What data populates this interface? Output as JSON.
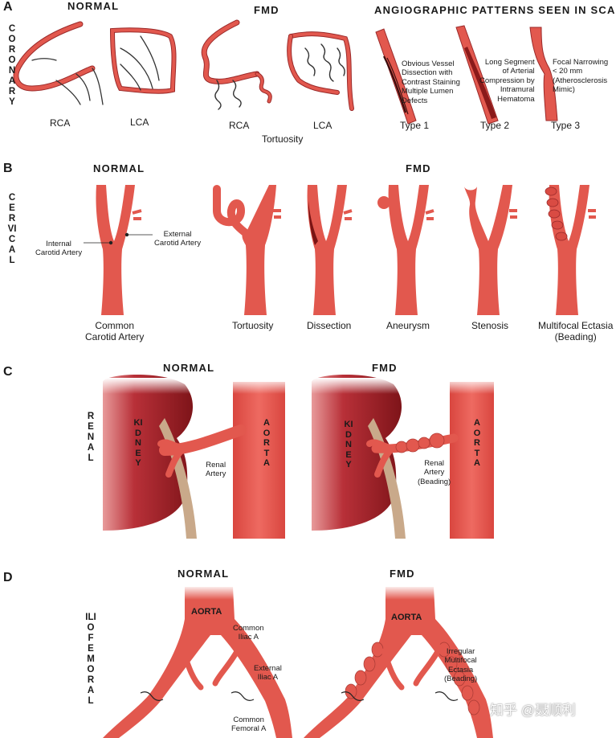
{
  "colors": {
    "artery": "#e2584e",
    "artery_dark": "#9b2a2a",
    "kidney": "#a8232b",
    "ureter": "#c9a98a",
    "text": "#1a1a1a"
  },
  "panels": {
    "a": {
      "letter": "A",
      "side": "CORONARY",
      "normal": "NORMAL",
      "fmd": "FMD",
      "scad": "ANGIOGRAPHIC PATTERNS SEEN IN SCAD",
      "rca": "RCA",
      "lca": "LCA",
      "rca2": "RCA",
      "lca2": "LCA",
      "tortuosity": "Tortuosity",
      "type1": "Type 1",
      "type2": "Type 2",
      "type3": "Type 3",
      "type1_desc": "Obvious Vessel\nDissection with\nContrast Staining\nMultiple Lumen\nDefects",
      "type2_desc": "Long Segment\nof Arterial\nCompression by\nIntramural\nHematoma",
      "type3_desc": "Focal Narrowing\n< 20 mm\n(Atherosclerosis\nMimic)"
    },
    "b": {
      "letter": "B",
      "side": "CERVICAL",
      "normal": "NORMAL",
      "fmd": "FMD",
      "internal": "Internal\nCarotid Artery",
      "external": "External\nCarotid Artery",
      "common": "Common\nCarotid Artery",
      "tortuosity": "Tortuosity",
      "dissection": "Dissection",
      "aneurysm": "Aneurysm",
      "stenosis": "Stenosis",
      "ectasia": "Multifocal Ectasia\n(Beading)"
    },
    "c": {
      "letter": "C",
      "side": "RENAL",
      "normal": "NORMAL",
      "fmd": "FMD",
      "kidney": "KIDNEY",
      "aorta": "AORTA",
      "kidney2": "KIDNEY",
      "aorta2": "AORTA",
      "renal_artery": "Renal\nArtery",
      "renal_beading": "Renal\nArtery\n(Beading)"
    },
    "d": {
      "letter": "D",
      "side": "ILIOFEMORAL",
      "normal": "NORMAL",
      "fmd": "FMD",
      "aorta": "AORTA",
      "aorta2": "AORTA",
      "common_iliac": "Common\nIliac A",
      "external_iliac": "External\nIliac A",
      "common_femoral": "Common\nFemoral A",
      "irregular": "Irregular\nMultifocal\nEctasia\n(Beading)"
    }
  },
  "watermark": "知乎 @聂顺利"
}
